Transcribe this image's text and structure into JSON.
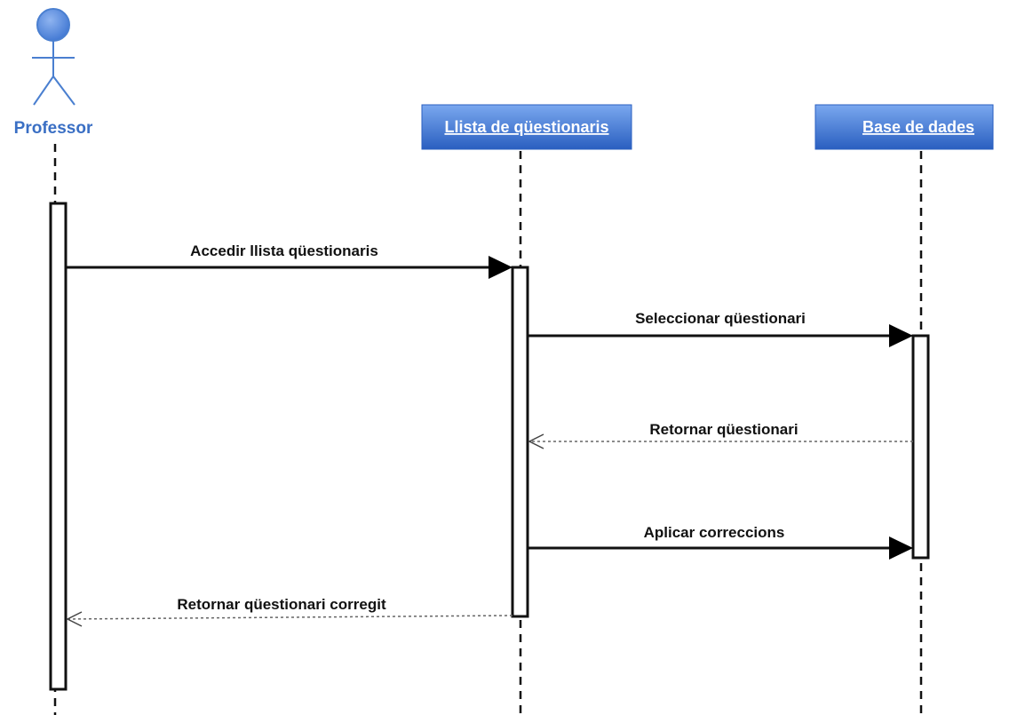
{
  "actor": {
    "label": "Professor",
    "color": "#3a6fc4"
  },
  "objects": [
    {
      "label": "Llista de qüestionaris"
    },
    {
      "label": "Base de dades"
    }
  ],
  "messages": [
    {
      "label": "Accedir llista qüestionaris",
      "kind": "sync"
    },
    {
      "label": "Seleccionar qüestionari",
      "kind": "sync"
    },
    {
      "label": "Retornar qüestionari",
      "kind": "return"
    },
    {
      "label": "Aplicar correccions",
      "kind": "sync"
    },
    {
      "label": "Retornar qüestionari corregit",
      "kind": "return"
    }
  ],
  "colors": {
    "object_box_top": "#7aa8ef",
    "object_box_bottom": "#2a5fc0",
    "actor_head": "#4f86dc"
  }
}
